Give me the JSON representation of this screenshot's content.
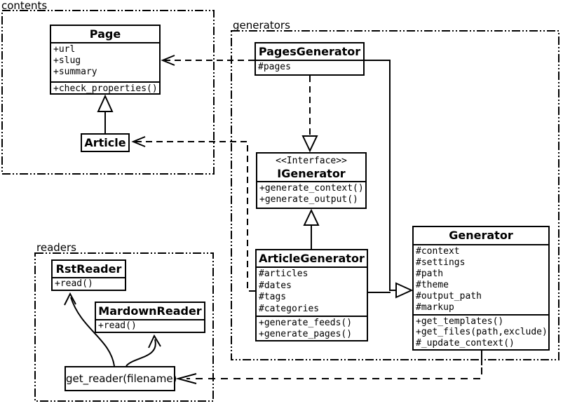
{
  "packages": {
    "contents": {
      "label": "contents"
    },
    "generators": {
      "label": "generators"
    },
    "readers": {
      "label": "readers"
    }
  },
  "classes": {
    "page": {
      "name": "Page",
      "attributes": [
        "+url",
        "+slug",
        "+summary"
      ],
      "methods": [
        "+check_properties()"
      ]
    },
    "article": {
      "name": "Article"
    },
    "pages_generator": {
      "name": "PagesGenerator",
      "attributes": [
        "#pages"
      ]
    },
    "igenerator": {
      "stereotype": "<<Interface>>",
      "name": "IGenerator",
      "methods": [
        "+generate_context()",
        "+generate_output()"
      ]
    },
    "article_generator": {
      "name": "ArticleGenerator",
      "attributes": [
        "#articles",
        "#dates",
        "#tags",
        "#categories"
      ],
      "methods": [
        "+generate_feeds()",
        "+generate_pages()"
      ]
    },
    "generator": {
      "name": "Generator",
      "attributes": [
        "#context",
        "#settings",
        "#path",
        "#theme",
        "#output_path",
        "#markup"
      ],
      "methods": [
        "+get_templates()",
        "+get_files(path,exclude)",
        "#_update_context()"
      ]
    },
    "rst_reader": {
      "name": "RstReader",
      "methods": [
        "+read()"
      ]
    },
    "mardown_reader": {
      "name": "MardownReader",
      "methods": [
        "+read()"
      ]
    },
    "get_reader": {
      "label": "get_reader(filename)"
    }
  },
  "relationships": [
    {
      "from": "Article",
      "to": "Page",
      "type": "generalization"
    },
    {
      "from": "PagesGenerator",
      "to": "Page",
      "type": "dependency"
    },
    {
      "from": "ArticleGenerator",
      "to": "Article",
      "type": "dependency"
    },
    {
      "from": "PagesGenerator",
      "to": "IGenerator",
      "type": "realization"
    },
    {
      "from": "ArticleGenerator",
      "to": "IGenerator",
      "type": "generalization"
    },
    {
      "from": "PagesGenerator",
      "to": "Generator",
      "type": "generalization"
    },
    {
      "from": "ArticleGenerator",
      "to": "Generator",
      "type": "generalization"
    },
    {
      "from": "Generator",
      "to": "get_reader(filename)",
      "type": "dependency"
    },
    {
      "from": "get_reader(filename)",
      "to": "RstReader",
      "type": "call-arrow"
    },
    {
      "from": "get_reader(filename)",
      "to": "MardownReader",
      "type": "call-arrow"
    }
  ],
  "colors": {
    "stroke": "#000000",
    "background": "#ffffff"
  }
}
